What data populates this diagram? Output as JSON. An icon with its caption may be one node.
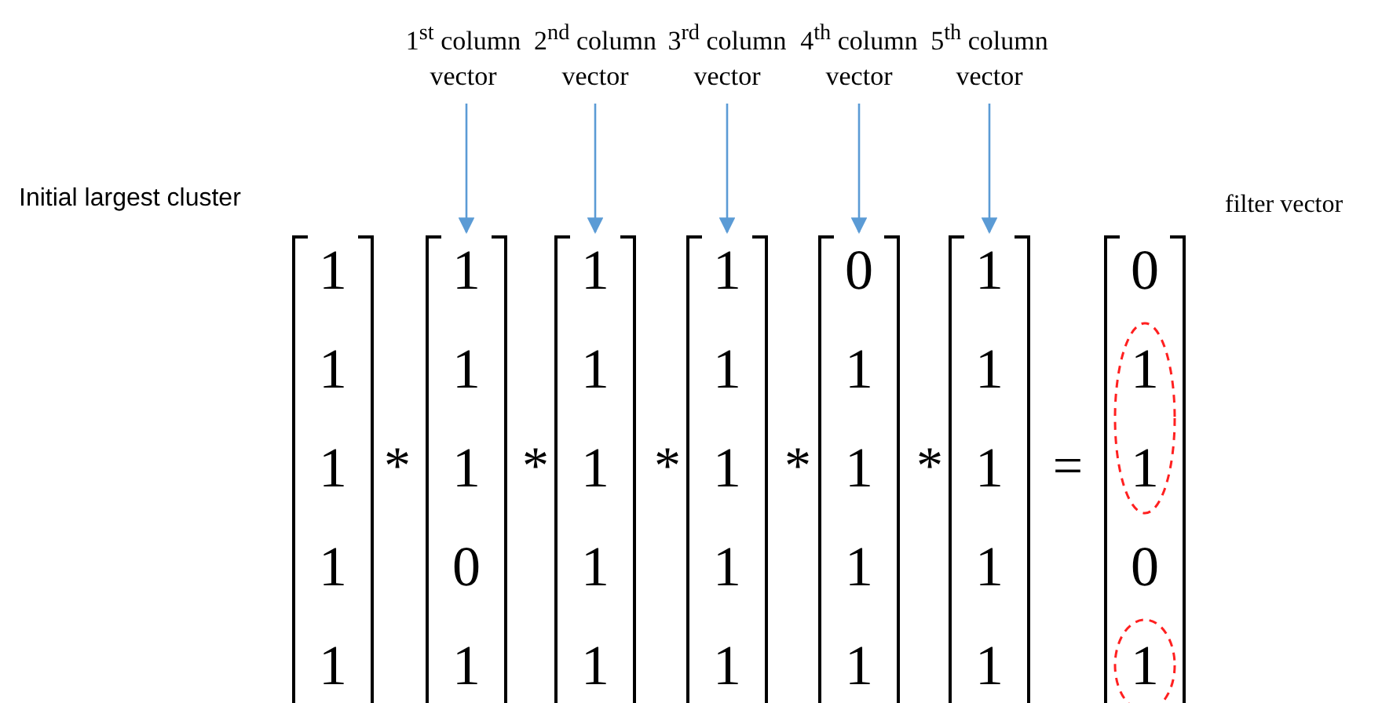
{
  "diagram": {
    "nodes": [
      {
        "text": [
          "1$^{st}$ column vector"
        ]
      },
      {
        "text": [
          "2$^{nd}$ column vector"
        ]
      },
      {
        "text": [
          "3$^{rd}$ column vector"
        ]
      },
      {
        "text": [
          "4$^{th}$ column vector"
        ]
      },
      {
        "text": [
          "5$^{th}$ column vector"
        ]
      },
      {
        "text": [
          "1",
          "1",
          "1",
          "1",
          "1"
        ],
        "beside": [
          "Initial largest cluster"
        ]
      },
      {
        "text": [
          "1",
          "1",
          "1",
          "0",
          "1"
        ]
      },
      {
        "text": [
          "1",
          "1",
          "1",
          "1",
          "1"
        ]
      },
      {
        "text": [
          "1",
          "1",
          "1",
          "1",
          "1"
        ]
      },
      {
        "text": [
          "0",
          "1",
          "1",
          "1",
          "1"
        ]
      },
      {
        "text": [
          "1",
          "1",
          "1",
          "1",
          "1"
        ]
      },
      {
        "text": [
          "0",
          "1",
          "1",
          "0",
          "1"
        ],
        "beside": [
          "filter vector"
        ]
      }
    ],
    "edges": [
      {
        "from": 0,
        "to": 6,
        "arrow": "to"
      },
      {
        "from": 1,
        "to": 7,
        "arrow": "to"
      },
      {
        "from": 2,
        "to": 8,
        "arrow": "to"
      },
      {
        "from": 3,
        "to": 9,
        "arrow": "to"
      },
      {
        "from": 4,
        "to": 10,
        "arrow": "to"
      }
    ],
    "labels": [
      "*",
      "*",
      "*",
      "*",
      "*",
      "="
    ]
  }
}
